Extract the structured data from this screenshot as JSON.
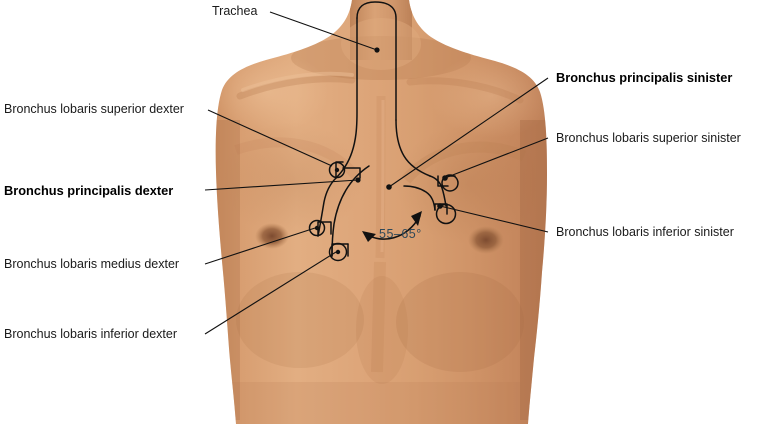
{
  "figure": {
    "title": "Tracheobronchial tree projected on male thorax",
    "background_color": "#ffffff",
    "skin_color": "#d49a6a",
    "line_color": "#111111",
    "angle_text_color": "#2f4858"
  },
  "labels": {
    "trachea": "Trachea",
    "bronchus_lobaris_superior_dexter": "Bronchus lobaris superior dexter",
    "bronchus_principalis_dexter": "Bronchus principalis dexter",
    "bronchus_lobaris_medius_dexter": "Bronchus lobaris medius dexter",
    "bronchus_lobaris_inferior_dexter": "Bronchus lobaris inferior dexter",
    "bronchus_principalis_sinister": "Bronchus principalis sinister",
    "bronchus_lobaris_superior_sinister": "Bronchus lobaris superior sinister",
    "bronchus_lobaris_inferior_sinister": "Bronchus lobaris inferior sinister",
    "bifurcation_angle": "55–65°"
  }
}
